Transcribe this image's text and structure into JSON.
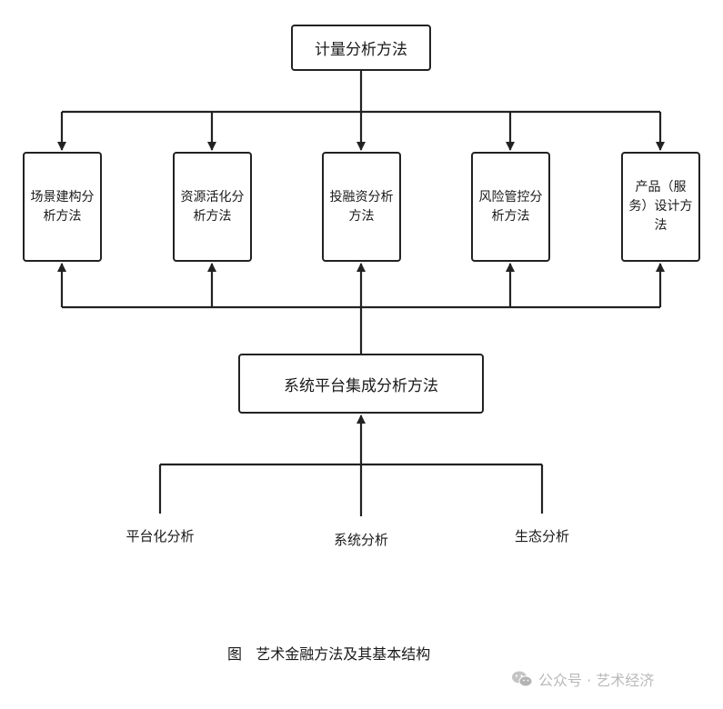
{
  "top_box": "计量分析方法",
  "methods": [
    "场景建构分析方法",
    "资源活化分析方法",
    "投融资分析方法",
    "风险管控分析方法",
    "产品（服务）设计方法"
  ],
  "middle_box": "系统平台集成分析方法",
  "bottom_labels": [
    "平台化分析",
    "系统分析",
    "生态分析"
  ],
  "caption": "图   艺术金融方法及其基本结构",
  "watermark": {
    "text": "公众号 · 艺术经济",
    "icon": "wechat-icon"
  },
  "colors": {
    "line": "#222222",
    "watermark": "#b9b9b9"
  }
}
